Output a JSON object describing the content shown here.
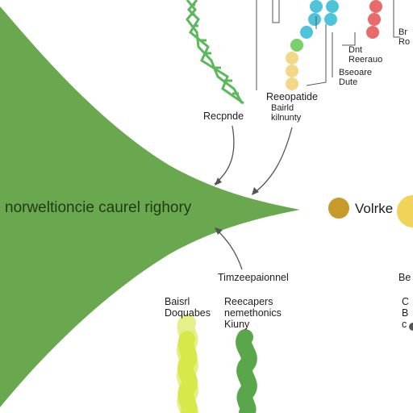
{
  "main_title": "norweltioncie caurel righory",
  "labels": {
    "recpnde": "Recpnde",
    "reeopatide": "Reeopatide",
    "bairld_kilnunty": "Bairld\nkilnunty",
    "dnt_reerauo": "Dnt\nReerauo",
    "bseoare_dute": "Bseoare\nDute",
    "br_ro": "Br\nRo",
    "volrke": "Volrke",
    "timzeepaionnel": "Timzeepaionnel",
    "baisrl_doquabes": "Baisrl\nDoquabes",
    "reecapers_nemethonics_kiuny": "Reecapers\nnemethonics\nKiuny",
    "be": "Be",
    "c_b_c": "C\nB\nc"
  },
  "colors": {
    "green_fan": "#6aa84f",
    "helix": "#5cb85c",
    "blue_bead": "#4fc3d9",
    "yellow_bead": "#f3d88a",
    "red_bead": "#e86a6a",
    "gold_dot": "#c79a2a",
    "yellow_tube": "#d7e84a",
    "green_tube": "#5aa64a"
  }
}
